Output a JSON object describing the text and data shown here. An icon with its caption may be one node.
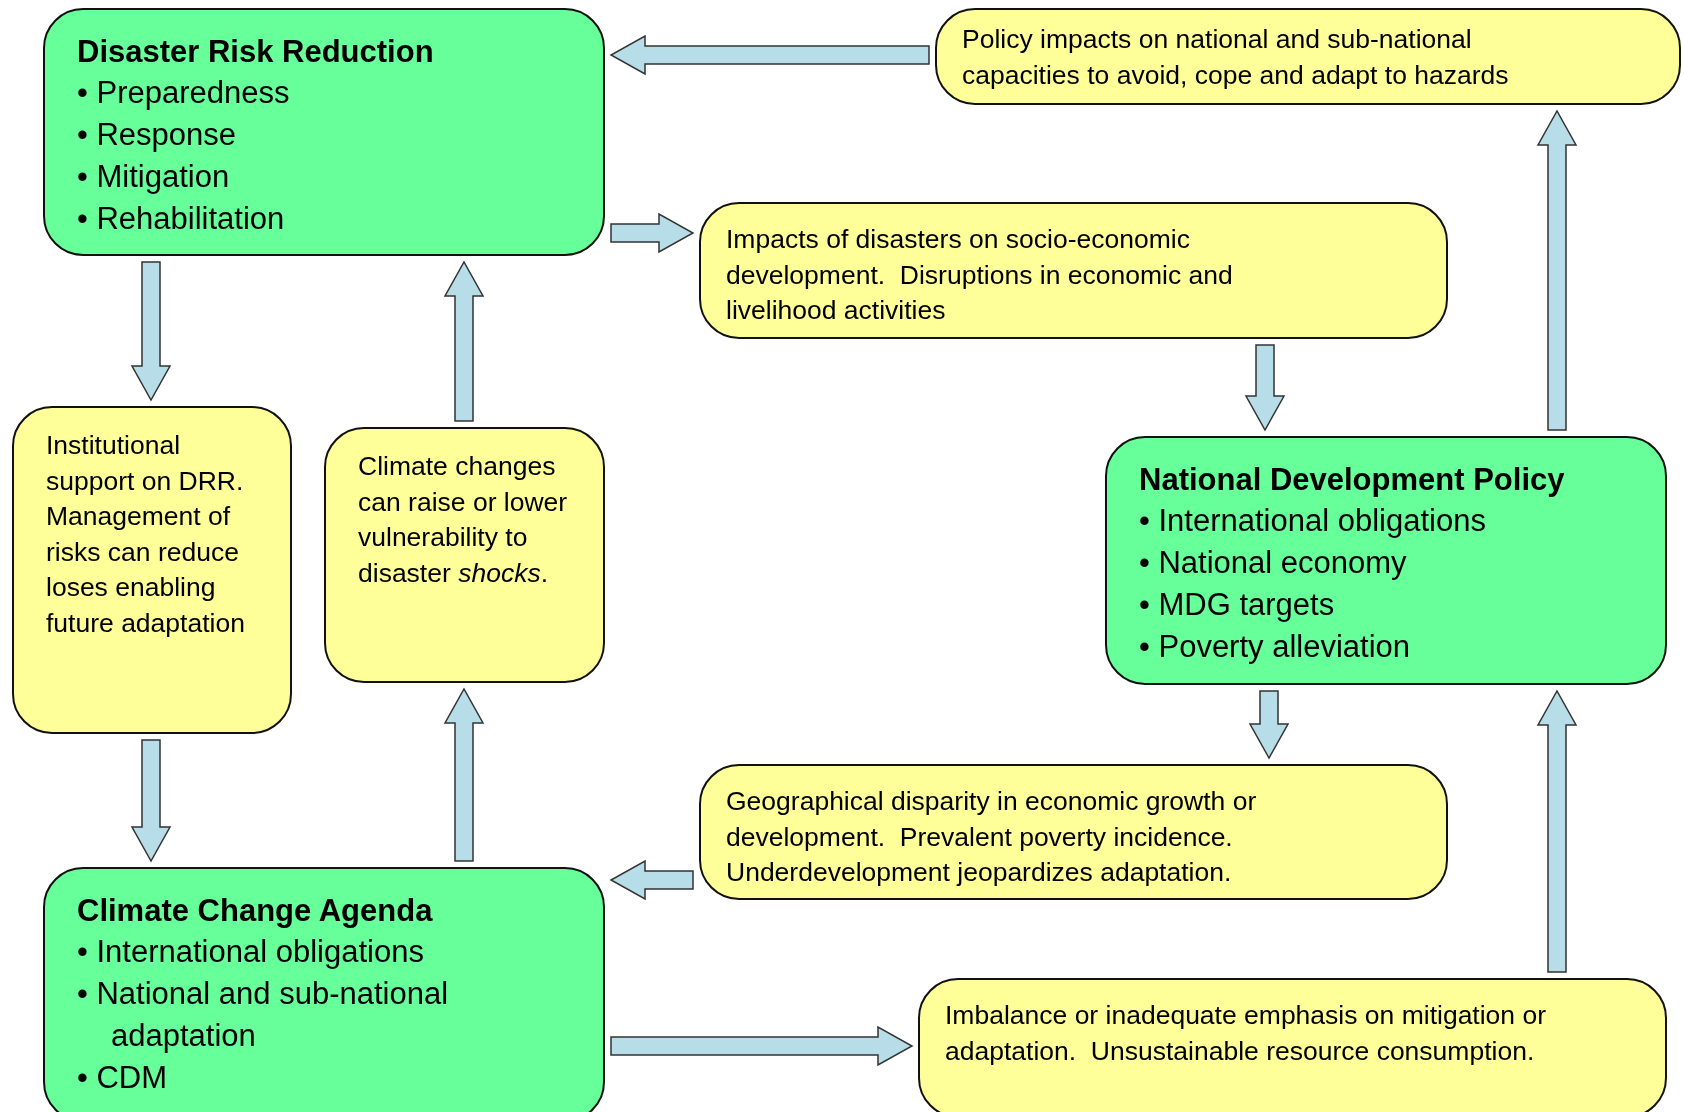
{
  "diagram": {
    "nodes": [
      {
        "text": [
          "Disaster Risk Reduction",
          "• Preparedness",
          "• Response",
          "• Mitigation",
          "• Rehabilitation"
        ]
      },
      {
        "text": [
          "Policy impacts on national and sub-national capacities to avoid, cope and adapt to hazards"
        ]
      },
      {
        "text": [
          "Impacts of disasters on socio-economic development.  Disruptions in economic and livelihood activities"
        ]
      },
      {
        "text": [
          "Institutional support on DRR. Management of risks can reduce loses enabling future adaptation"
        ]
      },
      {
        "text": [
          "Climate changes can raise or lower vulnerability to disaster *shocks*."
        ]
      },
      {
        "text": [
          "National Development Policy",
          "• International obligations",
          "• National economy",
          "• MDG targets",
          "• Poverty alleviation"
        ]
      },
      {
        "text": [
          "Geographical disparity in economic growth or development.  Prevalent poverty incidence. Underdevelopment jeopardizes adaptation."
        ]
      },
      {
        "text": [
          "Climate Change Agenda",
          "• International obligations",
          "• National and sub-national adaptation",
          "• CDM"
        ]
      },
      {
        "text": [
          "Imbalance or inadequate emphasis on mitigation or adaptation.  Unsustainable resource consumption."
        ]
      }
    ],
    "edges": [
      {
        "from": 1,
        "to": 0,
        "arrow": "to"
      },
      {
        "from": 0,
        "to": 2,
        "arrow": "to"
      },
      {
        "from": 0,
        "to": 3,
        "arrow": "to"
      },
      {
        "from": 4,
        "to": 0,
        "arrow": "to"
      },
      {
        "from": 2,
        "to": 5,
        "arrow": "to"
      },
      {
        "from": 5,
        "to": 1,
        "arrow": "to"
      },
      {
        "from": 3,
        "to": 7,
        "arrow": "to"
      },
      {
        "from": 7,
        "to": 4,
        "arrow": "to"
      },
      {
        "from": 5,
        "to": 6,
        "arrow": "to"
      },
      {
        "from": 6,
        "to": 7,
        "arrow": "to"
      },
      {
        "from": 7,
        "to": 8,
        "arrow": "to"
      },
      {
        "from": 8,
        "to": 5,
        "arrow": "to"
      }
    ]
  }
}
